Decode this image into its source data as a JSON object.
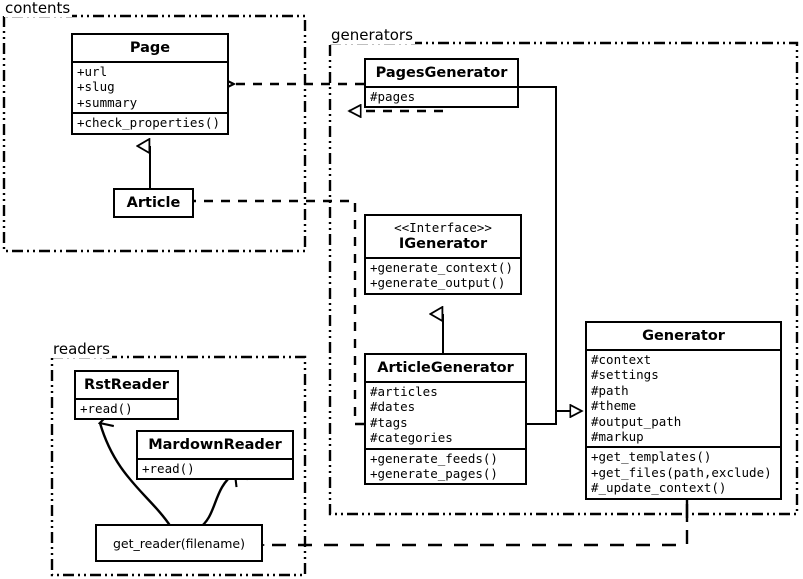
{
  "diagram": {
    "kind": "uml-class-diagram",
    "background": "#ffffff",
    "line_color": "#000000"
  },
  "packages": [
    {
      "id": "contents",
      "label": "contents"
    },
    {
      "id": "generators",
      "label": "generators"
    },
    {
      "id": "readers",
      "label": "readers"
    }
  ],
  "classes": {
    "page": {
      "name": "Page",
      "attributes": [
        "+url",
        "+slug",
        "+summary"
      ],
      "operations": [
        "+check_properties()"
      ]
    },
    "article": {
      "name": "Article",
      "attributes": [],
      "operations": []
    },
    "pages_generator": {
      "name": "PagesGenerator",
      "attributes": [
        "#pages"
      ],
      "operations": []
    },
    "igenerator": {
      "stereotype": "<<Interface>>",
      "name": "IGenerator",
      "attributes": [],
      "operations": [
        "+generate_context()",
        "+generate_output()"
      ]
    },
    "article_generator": {
      "name": "ArticleGenerator",
      "attributes": [
        "#articles",
        "#dates",
        "#tags",
        "#categories"
      ],
      "operations": [
        "+generate_feeds()",
        "+generate_pages()"
      ]
    },
    "generator": {
      "name": "Generator",
      "attributes": [
        "#context",
        "#settings",
        "#path",
        "#theme",
        "#output_path",
        "#markup"
      ],
      "operations": [
        "+get_templates()",
        "+get_files(path,exclude)",
        "#_update_context()"
      ]
    },
    "rst_reader": {
      "name": "RstReader",
      "attributes": [],
      "operations": [
        "+read()"
      ]
    },
    "mardown_reader": {
      "name": "MardownReader",
      "attributes": [],
      "operations": [
        "+read()"
      ]
    },
    "get_reader": {
      "name": "get_reader(filename)"
    }
  },
  "relationships": [
    {
      "id": "article-page",
      "type": "generalization",
      "from": "Article",
      "to": "Page"
    },
    {
      "id": "pagesgen-igenerator",
      "type": "realization",
      "from": "PagesGenerator",
      "to": "IGenerator"
    },
    {
      "id": "articlegen-igenerator",
      "type": "generalization",
      "from": "ArticleGenerator",
      "to": "IGenerator"
    },
    {
      "id": "pagesgen-generator",
      "type": "generalization",
      "from": "PagesGenerator",
      "to": "Generator"
    },
    {
      "id": "articlegen-generator",
      "type": "generalization",
      "from": "ArticleGenerator",
      "to": "Generator"
    },
    {
      "id": "pagesgen-page",
      "type": "dependency",
      "from": "PagesGenerator",
      "to": "Page"
    },
    {
      "id": "articlegen-article",
      "type": "dependency",
      "from": "ArticleGenerator",
      "to": "Article"
    },
    {
      "id": "generator-getreader",
      "type": "dependency",
      "from": "Generator",
      "to": "get_reader(filename)"
    },
    {
      "id": "getreader-rstreader",
      "type": "dependency",
      "from": "get_reader(filename)",
      "to": "RstReader"
    },
    {
      "id": "getreader-mardownreader",
      "type": "dependency",
      "from": "get_reader(filename)",
      "to": "MardownReader"
    }
  ]
}
